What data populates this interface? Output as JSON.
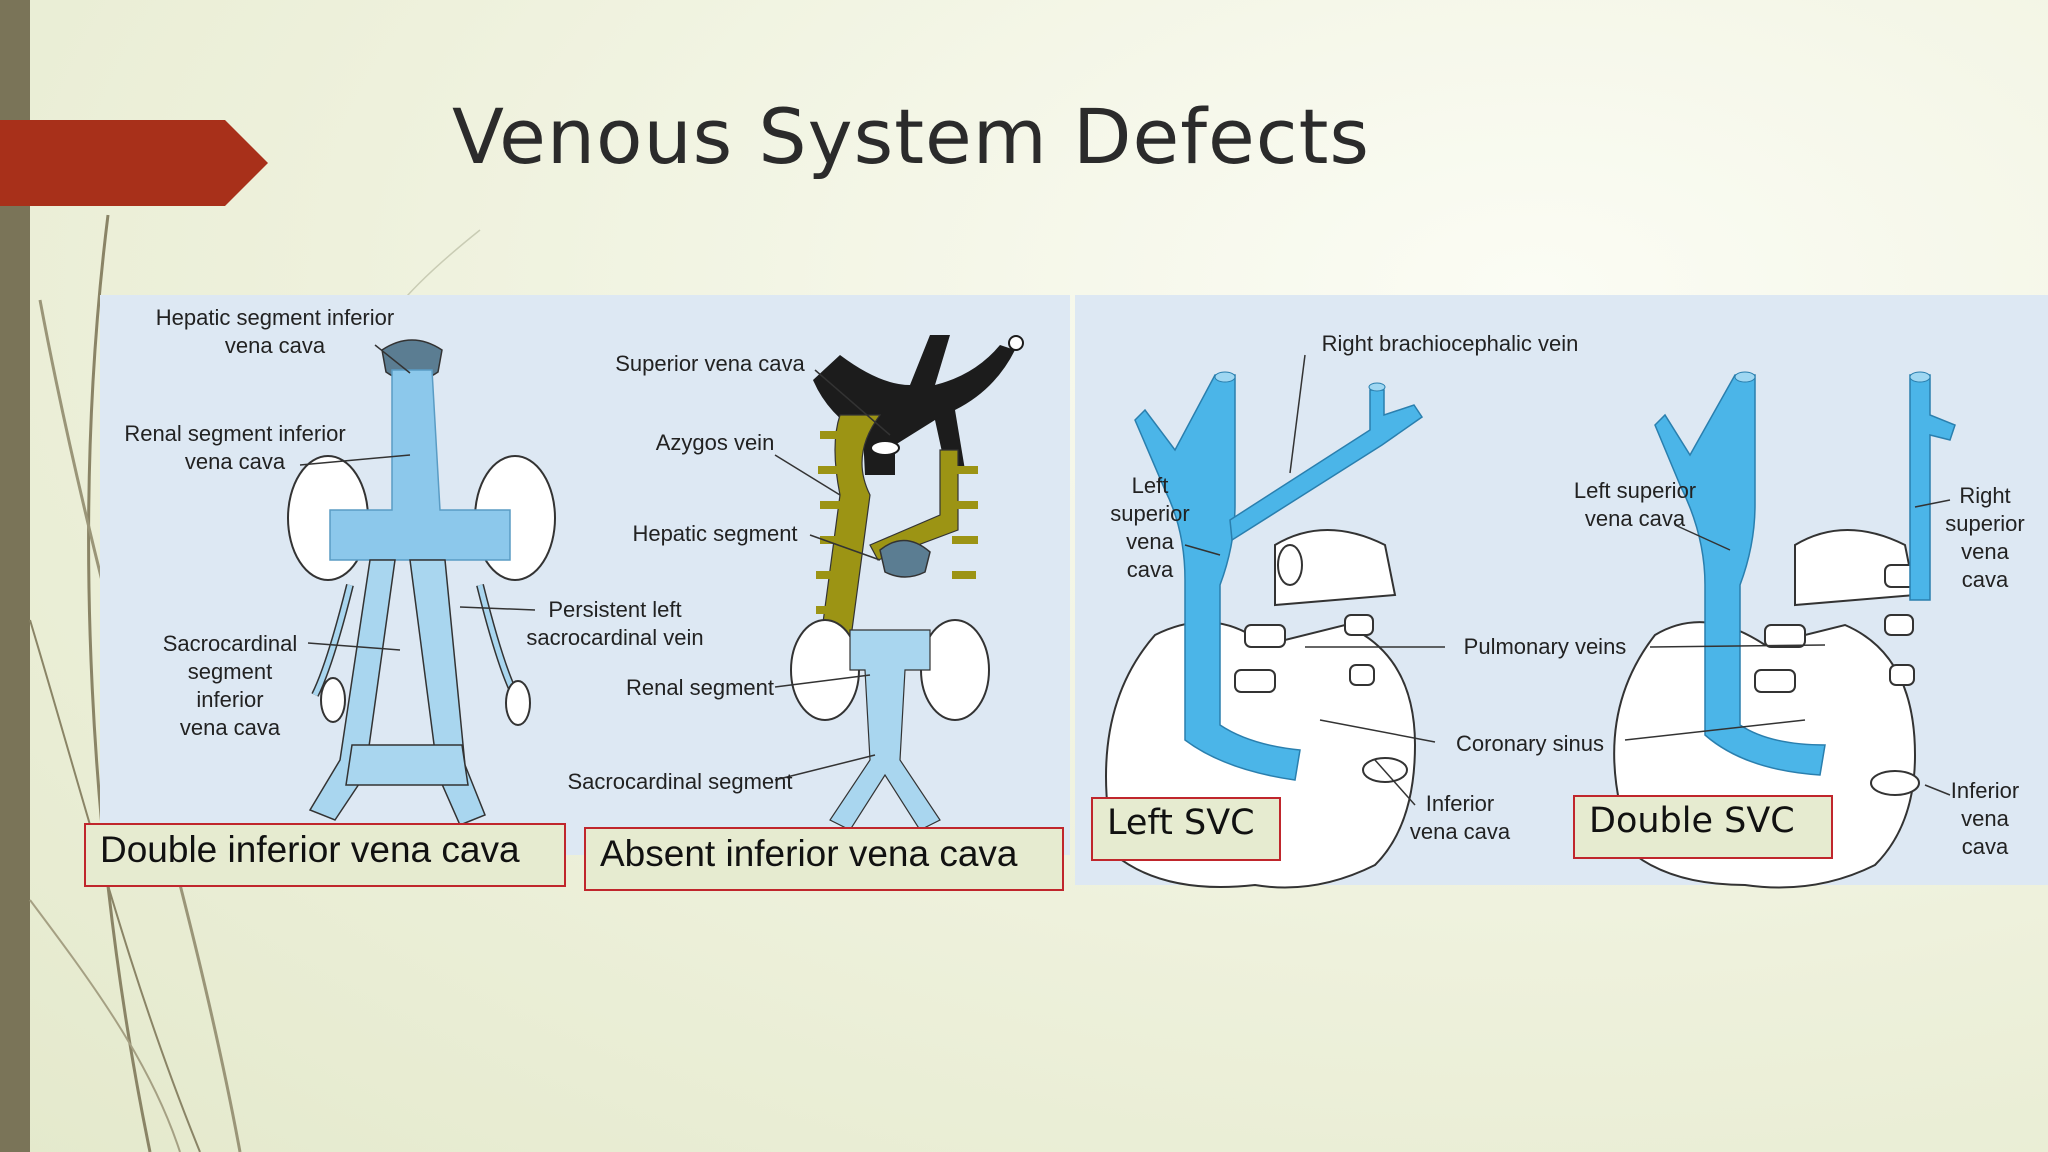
{
  "slide": {
    "title": "Venous System Defects"
  },
  "figure_a": {
    "labels": {
      "hepatic": [
        "Hepatic segment inferior",
        "vena cava"
      ],
      "renal": [
        "Renal segment inferior",
        "vena cava"
      ],
      "sacro": [
        "Sacrocardinal",
        "segment",
        "inferior",
        "vena cava"
      ],
      "persistent": [
        "Persistent left",
        "sacrocardinal vein"
      ]
    },
    "caption": "Double inferior vena cava"
  },
  "figure_b": {
    "labels": {
      "svc": "Superior vena cava",
      "azygos": "Azygos vein",
      "hepatic": "Hepatic segment",
      "renal": "Renal segment",
      "sacro": "Sacrocardinal segment"
    },
    "caption": "Absent inferior vena cava"
  },
  "figure_c": {
    "labels": {
      "brachio": "Right brachiocephalic vein",
      "lsvc": [
        "Left",
        "superior",
        "vena",
        "cava"
      ],
      "lsvc2": [
        "Left superior",
        "vena cava"
      ],
      "rsvc": [
        "Right",
        "superior",
        "vena",
        "cava"
      ],
      "pulmonary": "Pulmonary veins",
      "coronary": "Coronary sinus",
      "ivc1": [
        "Inferior",
        "vena cava"
      ],
      "ivc2": [
        "Inferior",
        "vena",
        "cava"
      ]
    },
    "caption_left": "Left SVC",
    "caption_right": "Double SVC"
  },
  "colors": {
    "accent": "#a8301a",
    "vein_blue": "#4bb5e8",
    "ivc_light": "#a9d6ef",
    "azygos": "#9c9414"
  }
}
